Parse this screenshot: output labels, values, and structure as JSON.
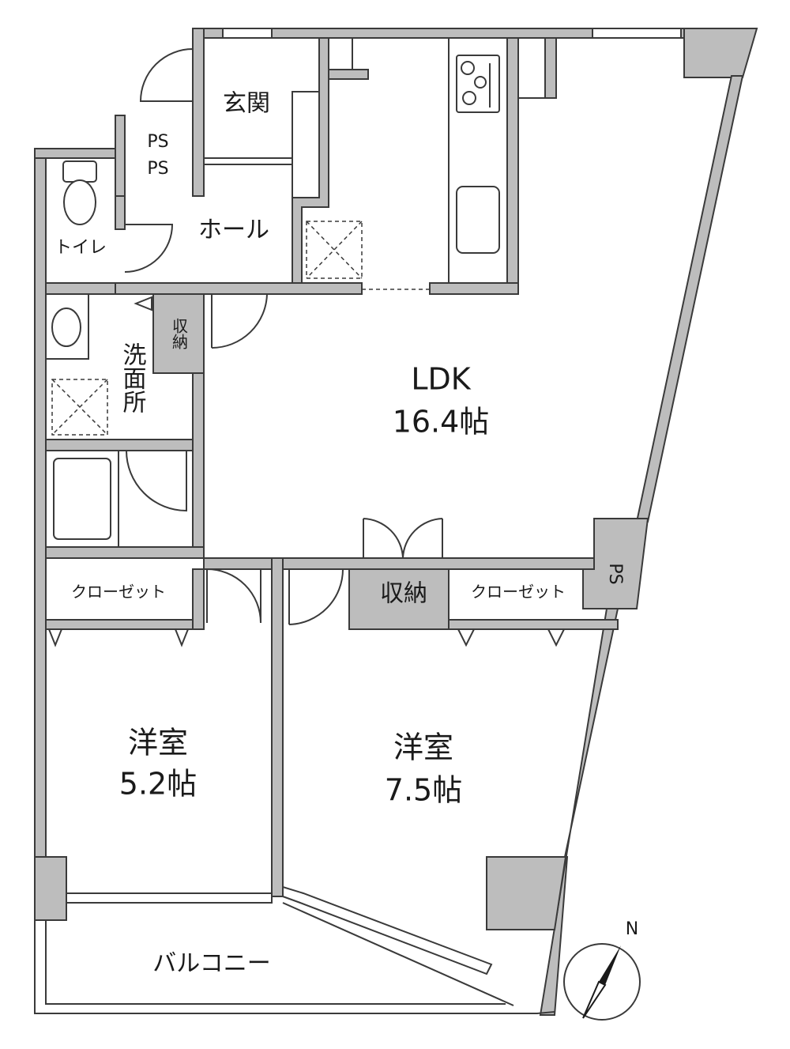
{
  "rooms": {
    "entrance": "玄関",
    "ps_top": "PS",
    "ps_bottom": "PS",
    "toilet": "トイレ",
    "hall": "ホール",
    "storage_small": "収納",
    "washroom": "洗面所",
    "ldk_name": "LDK",
    "ldk_size": "16.4帖",
    "closet_left": "クローゼット",
    "storage_mid": "収納",
    "closet_right": "クローゼット",
    "ps_right": "PS",
    "western_left_name": "洋室",
    "western_left_size": "5.2帖",
    "western_right_name": "洋室",
    "western_right_size": "7.5帖",
    "balcony": "バルコニー"
  },
  "compass": {
    "north": "N"
  }
}
